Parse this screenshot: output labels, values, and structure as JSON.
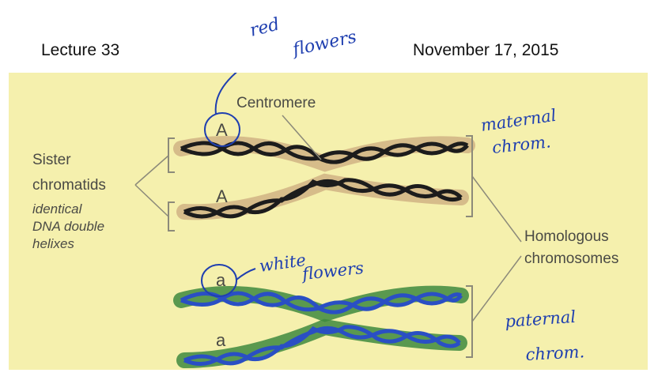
{
  "header": {
    "lecture": "Lecture 33",
    "date": "November 17, 2015"
  },
  "labels": {
    "centromere": "Centromere",
    "sister": "Sister",
    "chromatids": "chromatids",
    "identical_1": "identical",
    "identical_2": "DNA double",
    "identical_3": "helixes",
    "homologous_1": "Homologous",
    "homologous_2": "chromosomes",
    "allele_top_1": "A",
    "allele_top_2": "A",
    "allele_bottom_1": "a",
    "allele_bottom_2": "a"
  },
  "handwritten": {
    "red_1": "red",
    "red_2": "flowers",
    "maternal_1": "maternal",
    "maternal_2": "chrom.",
    "white_1": "white",
    "white_2": "flowers",
    "paternal_1": "paternal",
    "paternal_2": "chrom."
  },
  "colors": {
    "panel": "#f5f0ad",
    "maternal_glow": "#c9a57a",
    "maternal_strand": "#1c1c1c",
    "paternal_glow": "#3e8a3e",
    "paternal_strand": "#2a4fc4",
    "ink": "#1f3fb0"
  }
}
